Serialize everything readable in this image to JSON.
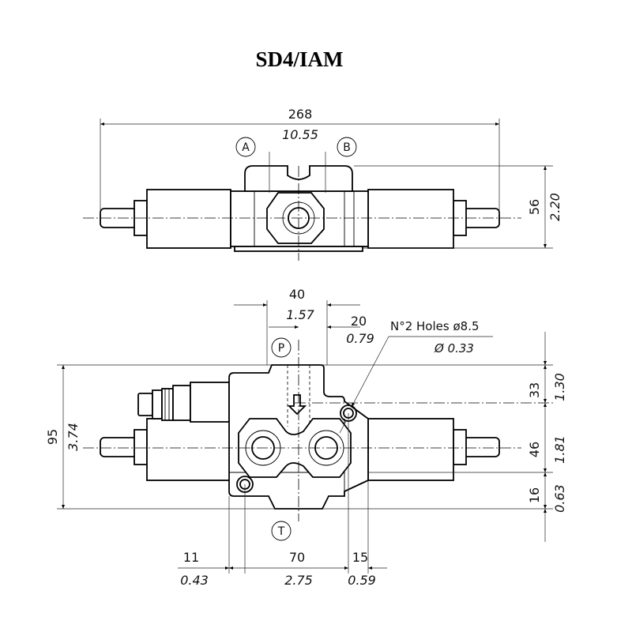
{
  "title": "SD4/IAM",
  "ports": {
    "a": "A",
    "b": "B",
    "p": "P",
    "t": "T"
  },
  "dimensions": {
    "overall_length": {
      "mm": "268",
      "inch": "10.55"
    },
    "top_height": {
      "mm": "56",
      "inch": "2.20"
    },
    "port_spacing": {
      "mm": "40",
      "inch": "1.57"
    },
    "hole_offset": {
      "mm": "20",
      "inch": "0.79"
    },
    "body_height": {
      "mm": "95",
      "inch": "3.74"
    },
    "upper_height": {
      "mm": "33",
      "inch": "1.30"
    },
    "mid_height": {
      "mm": "46",
      "inch": "1.81"
    },
    "lower_height": {
      "mm": "16",
      "inch": "0.63"
    },
    "left_offset": {
      "mm": "11",
      "inch": "0.43"
    },
    "hole_spacing": {
      "mm": "70",
      "inch": "2.75"
    },
    "right_offset": {
      "mm": "15",
      "inch": "0.59"
    }
  },
  "holes_note": {
    "line1": "N°2 Holes ø8.5",
    "line2": "Ø 0.33"
  }
}
